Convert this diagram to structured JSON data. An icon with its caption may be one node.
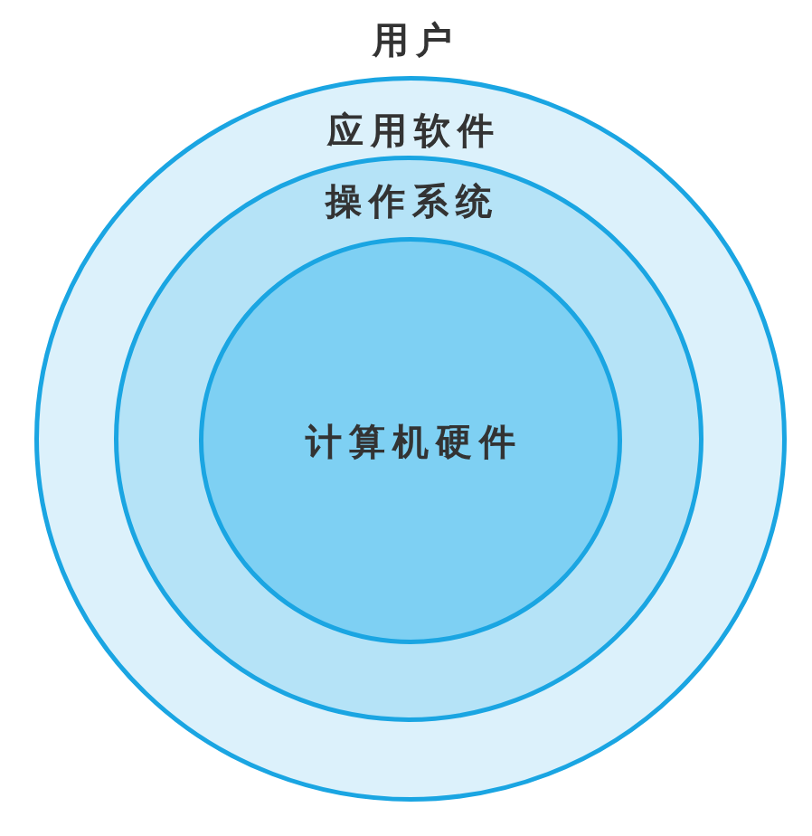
{
  "diagram": {
    "nodes": [
      {
        "text": [
          "应用软件"
        ]
      },
      {
        "text": [
          "操作系统"
        ],
        "in": 0
      },
      {
        "text": [
          "计算机硬件"
        ],
        "in": 1
      }
    ],
    "labels": [
      "用户"
    ]
  }
}
